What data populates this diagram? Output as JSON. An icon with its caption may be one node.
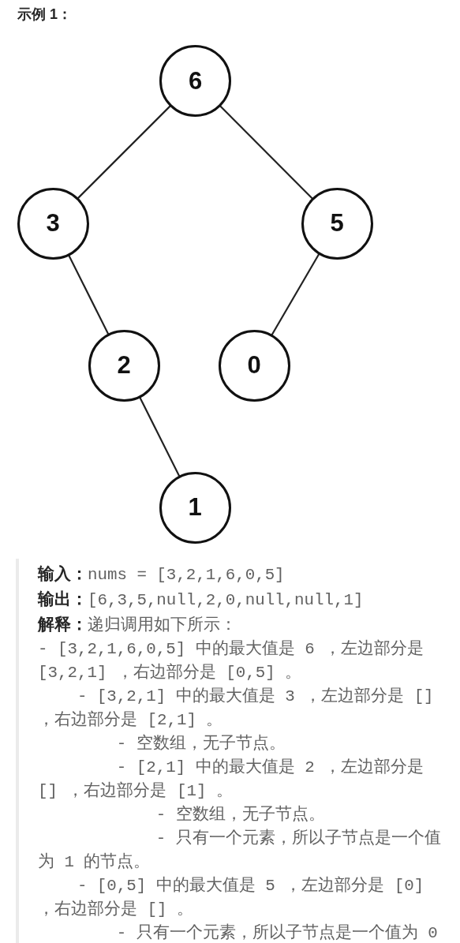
{
  "diagram": {
    "title": "示例 1：",
    "nodes": [
      {
        "text": [
          "6"
        ]
      },
      {
        "text": [
          "3"
        ]
      },
      {
        "text": [
          "5"
        ]
      },
      {
        "text": [
          "2"
        ]
      },
      {
        "text": [
          "0"
        ]
      },
      {
        "text": [
          "1"
        ]
      }
    ],
    "edges": [
      {
        "from": 0,
        "to": 1,
        "arrow": "none"
      },
      {
        "from": 0,
        "to": 2,
        "arrow": "none"
      },
      {
        "from": 1,
        "to": 3,
        "arrow": "none"
      },
      {
        "from": 2,
        "to": 4,
        "arrow": "none"
      },
      {
        "from": 3,
        "to": 5,
        "arrow": "none"
      }
    ],
    "labels": [
      "**输入：**nums = [3,2,1,6,0,5]",
      "**输出：**[6,3,5,null,2,0,null,null,1]",
      "**解释：**递归调用如下所示：",
      "- [3,2,1,6,0,5] 中的最大值是 6 ，左边部分是 [3,2,1] ，右边部分是 [0,5] 。",
      "- [3,2,1] 中的最大值是 3 ，左边部分是 [] ，右边部分是 [2,1] 。",
      "- 空数组，无子节点。",
      "- [2,1] 中的最大值是 2 ，左边部分是 [] ，右边部分是 [1] 。",
      "- 空数组，无子节点。",
      "- 只有一个元素，所以子节点是一个值为 1 的节点。",
      "- [0,5] 中的最大值是 5 ，左边部分是 [0] ，右边部分是 [] 。",
      "- 只有一个元素，所以子节点是一个值为 0"
    ]
  }
}
